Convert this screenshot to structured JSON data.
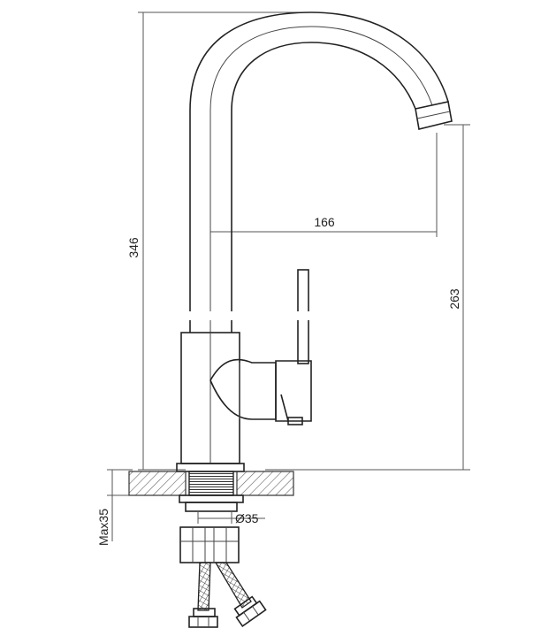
{
  "dimensions": {
    "height_total": "346",
    "spout_reach": "166",
    "spout_height": "263",
    "max_thickness": "Max35",
    "hole_diameter": "Ø35"
  },
  "colors": {
    "line": "#222222",
    "dim_line": "#555555",
    "hatch": "#666666",
    "background": "#ffffff"
  }
}
